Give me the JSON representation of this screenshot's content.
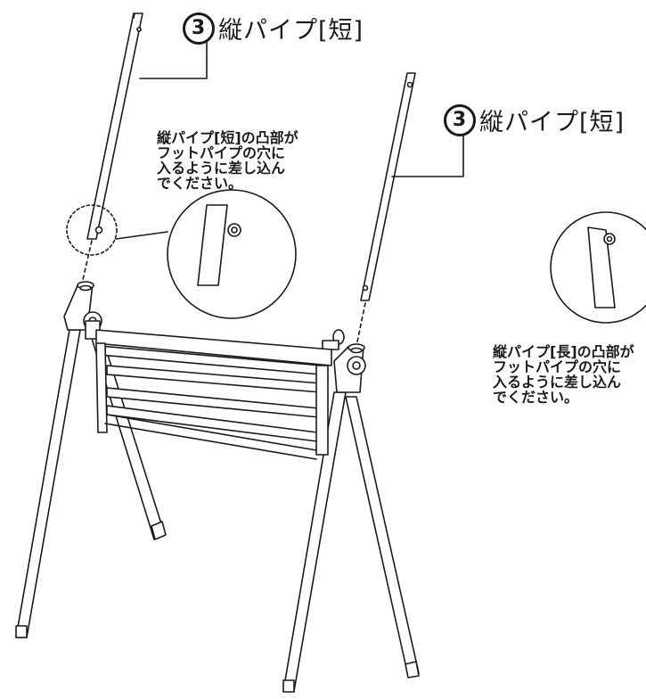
{
  "labels": {
    "left_part": {
      "number": "3",
      "text": "縦パイプ[短]"
    },
    "right_part": {
      "number": "3",
      "text": "縦パイプ[短]"
    }
  },
  "notes": {
    "short_pipe": [
      "縦パイプ[短]の凸部が",
      "フットパイプの穴に",
      "入るように差し込ん",
      "でください。"
    ],
    "long_pipe": [
      "縦パイプ[長]の凸部が",
      "フットパイプの穴に",
      "入るように差し込ん",
      "でください。"
    ]
  }
}
